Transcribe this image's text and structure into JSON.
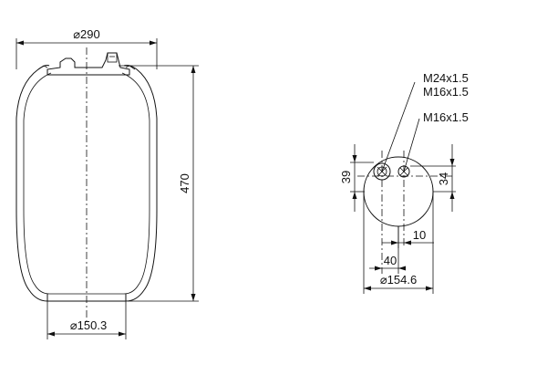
{
  "side_view": {
    "top_diameter": "⌀290",
    "height": "470",
    "bottom_diameter": "⌀150.3"
  },
  "top_view": {
    "thread_large": "M24x1.5",
    "thread_small_a": "M16x1.5",
    "thread_small_b": "M16x1.5",
    "offset_left_vertical": "39",
    "offset_right_vertical": "34",
    "offset_10": "10",
    "offset_40": "40",
    "plate_diameter": "⌀154.6"
  }
}
